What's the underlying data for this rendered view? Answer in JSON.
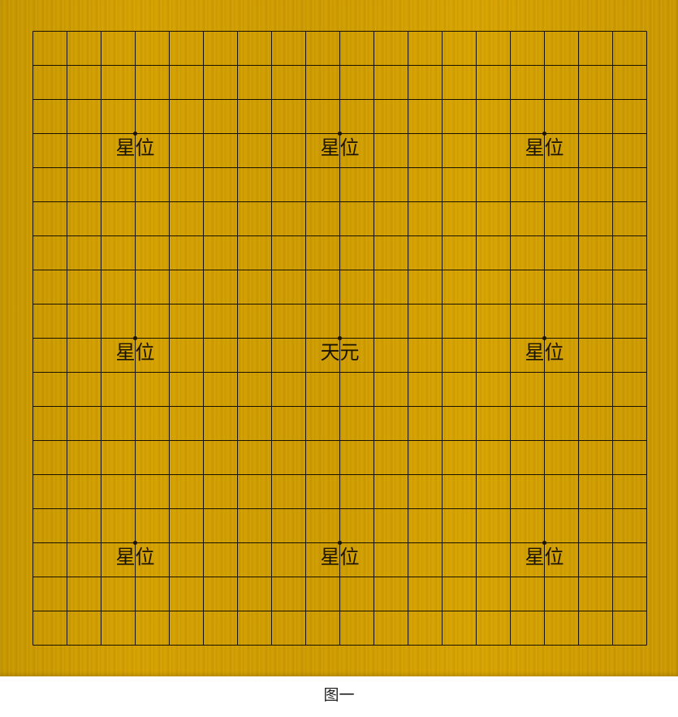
{
  "board": {
    "size": 19,
    "colors": {
      "wood": "#d3a000",
      "grid_line": "#1a1300",
      "star_point": "#1a1300"
    },
    "star_points": [
      {
        "col": 3,
        "row": 3,
        "label": "星位"
      },
      {
        "col": 9,
        "row": 3,
        "label": "星位"
      },
      {
        "col": 15,
        "row": 3,
        "label": "星位"
      },
      {
        "col": 3,
        "row": 9,
        "label": "星位"
      },
      {
        "col": 9,
        "row": 9,
        "label": "天元"
      },
      {
        "col": 15,
        "row": 9,
        "label": "星位"
      },
      {
        "col": 3,
        "row": 15,
        "label": "星位"
      },
      {
        "col": 9,
        "row": 15,
        "label": "星位"
      },
      {
        "col": 15,
        "row": 15,
        "label": "星位"
      }
    ]
  },
  "caption": "图一"
}
